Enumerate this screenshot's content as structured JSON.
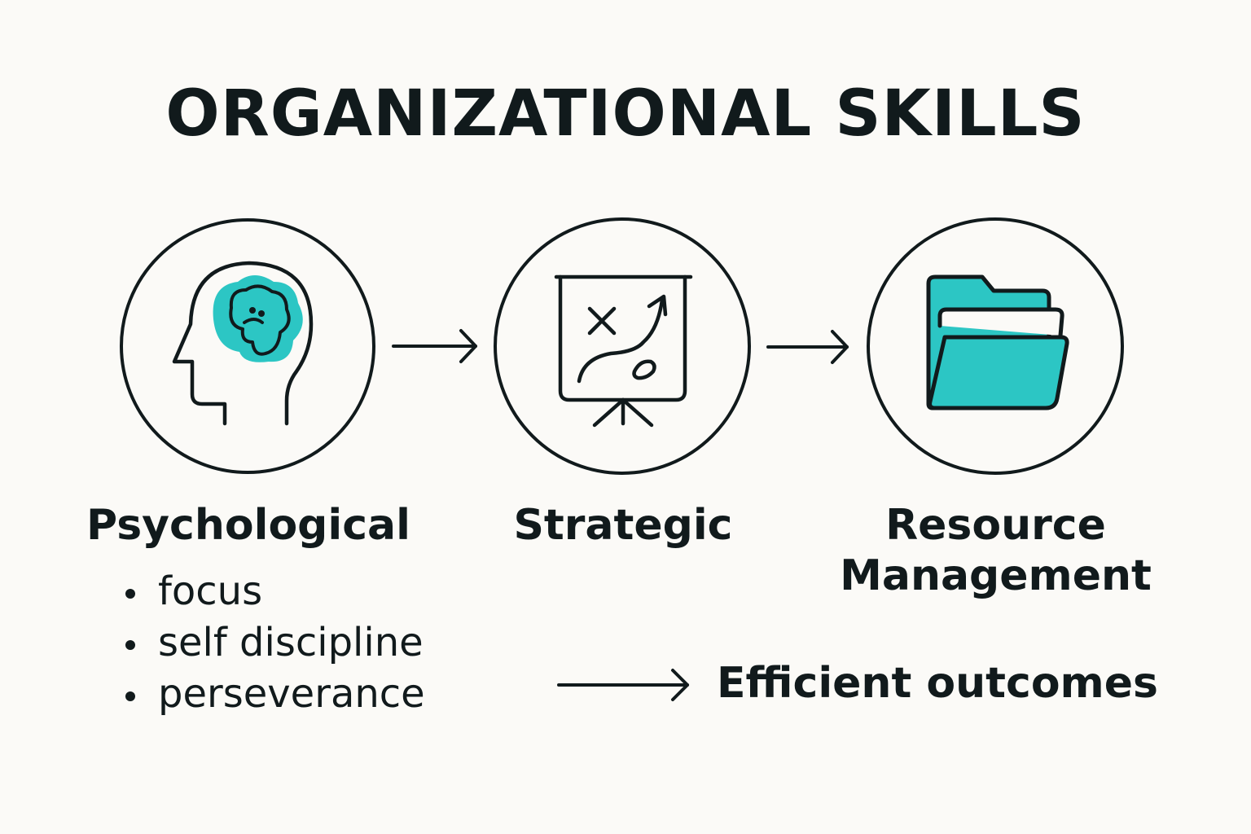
{
  "title": "ORGANIZATIONAL SKILLS",
  "colors": {
    "background": "#fbfaf7",
    "ink": "#111a1c",
    "accent": "#2cc6c4"
  },
  "stages": [
    {
      "label": "Psychological",
      "icon": "brain-head-icon"
    },
    {
      "label": "Strategic",
      "icon": "strategy-board-icon"
    },
    {
      "label": "Resource Management",
      "icon": "folder-icon"
    }
  ],
  "psychological_items": [
    "focus",
    "self discipline",
    "perseverance"
  ],
  "outcome": "Efficient outcomes"
}
